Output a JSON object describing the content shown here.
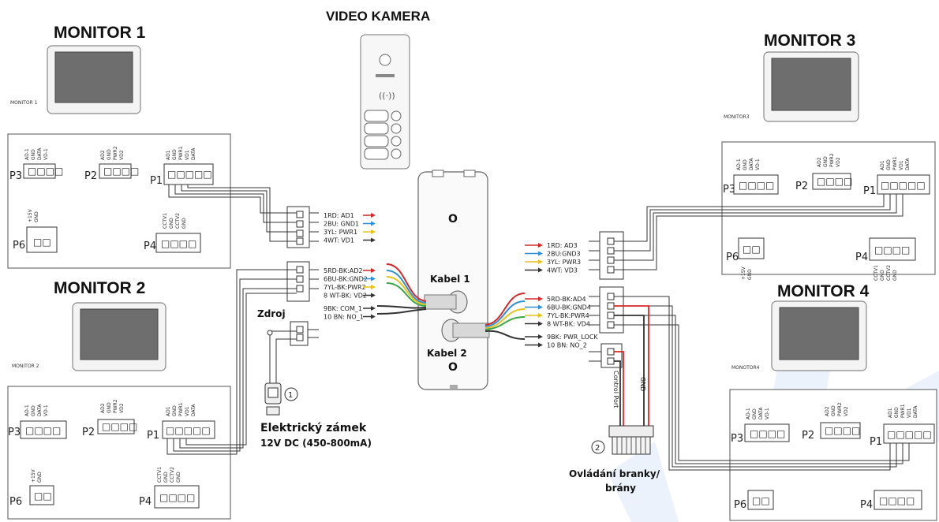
{
  "titles": {
    "monitor1": "MONITOR 1",
    "monitor2": "MONITOR 2",
    "monitor3": "MONITOR 3",
    "monitor4": "MONITOR 4",
    "camera": "VIDEO KAMERA"
  },
  "device_labels": {
    "monitor1": "MONITOR 1",
    "monitor2": "MONITOR 2",
    "monitor3": "MONITOR3",
    "monitor4": "MONOTOR4"
  },
  "ports": {
    "p1": "P1",
    "p2": "P2",
    "p3": "P3",
    "p4": "P4",
    "p6": "P6"
  },
  "pins": {
    "p3": [
      "AD-1",
      "GND",
      "DATA",
      "VD-1"
    ],
    "p2": [
      "AD2",
      "GND",
      "PWR2",
      "VD2"
    ],
    "p1": [
      "AD1",
      "GND",
      "PWR1",
      "VD1",
      "DATA"
    ],
    "p6": [
      "+15V",
      "GND"
    ],
    "p4": [
      "CCTV1",
      "GND",
      "CCTV2",
      "GND"
    ]
  },
  "cable1_labels": [
    "1RD: AD1",
    "2BU: GND1",
    "3YL: PWR1",
    "4WT: VD1",
    "5RD-BK:AD2",
    "6BU-BK:GND2",
    "7YL-BK:PWR2",
    "8 WT-BK: VD2",
    "9BK: COM_1",
    "10 BN: NO_1"
  ],
  "cable2_labels": [
    "1RD: AD3",
    "2BU:GND3",
    "3YL: PWR3",
    "4WT: VD3",
    "5RD-BK:AD4",
    "6BU-BK:GND4",
    "7YL-BK:PWR4",
    "8 WT-BK: VD4",
    "9BK: PWR_LOCK",
    "10 BN: NO_2"
  ],
  "camera_panel": {
    "letter_top": "O",
    "letter_bottom": "O"
  },
  "kabel1": "Kabel 1",
  "kabel2": "Kabel 2",
  "zdroj": "Zdroj",
  "lock_title": "Elektrický zámek",
  "lock_spec": "12V DC (450-800mA)",
  "gate_line1": "Ovládání branky/",
  "gate_line2": "brány",
  "control_port": "Control Port",
  "gnd": "GND",
  "marker1": "1",
  "marker2": "2",
  "colors": {
    "red": "#d62828",
    "blue": "#2f8fd6",
    "yellow": "#e8c21a",
    "green": "#3aa845",
    "dark": "#333333",
    "watermark": "#dce8f7"
  }
}
